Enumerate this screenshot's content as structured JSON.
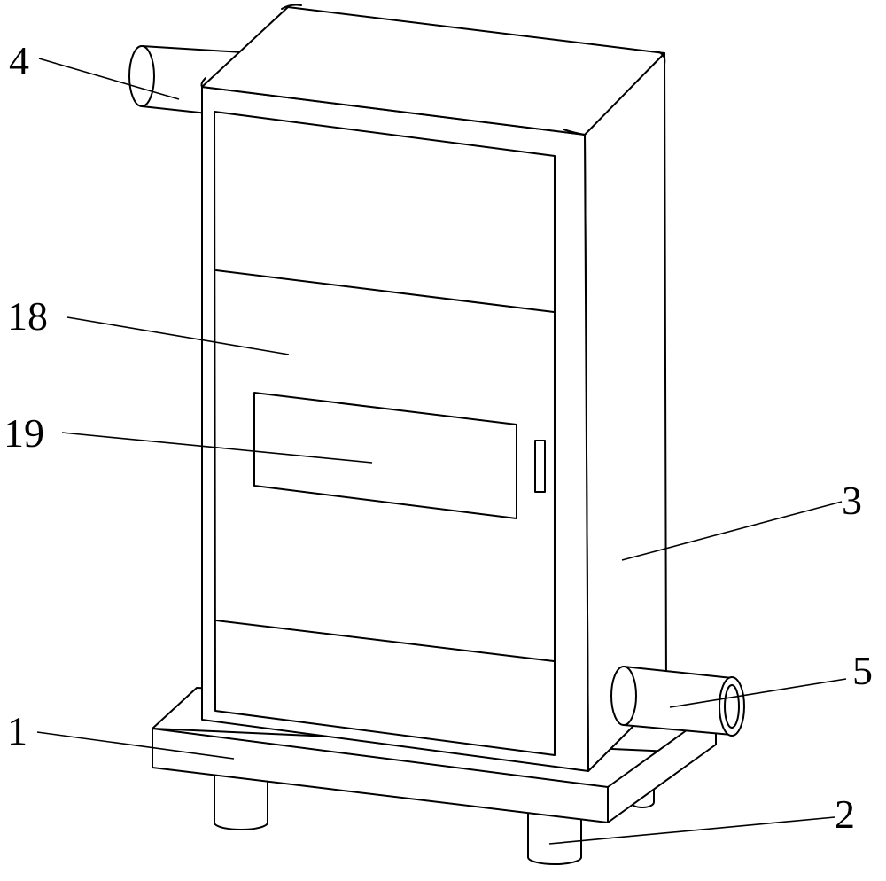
{
  "labels": {
    "l4": "4",
    "l18": "18",
    "l19": "19",
    "l3": "3",
    "l5": "5",
    "l1": "1",
    "l2": "2"
  }
}
